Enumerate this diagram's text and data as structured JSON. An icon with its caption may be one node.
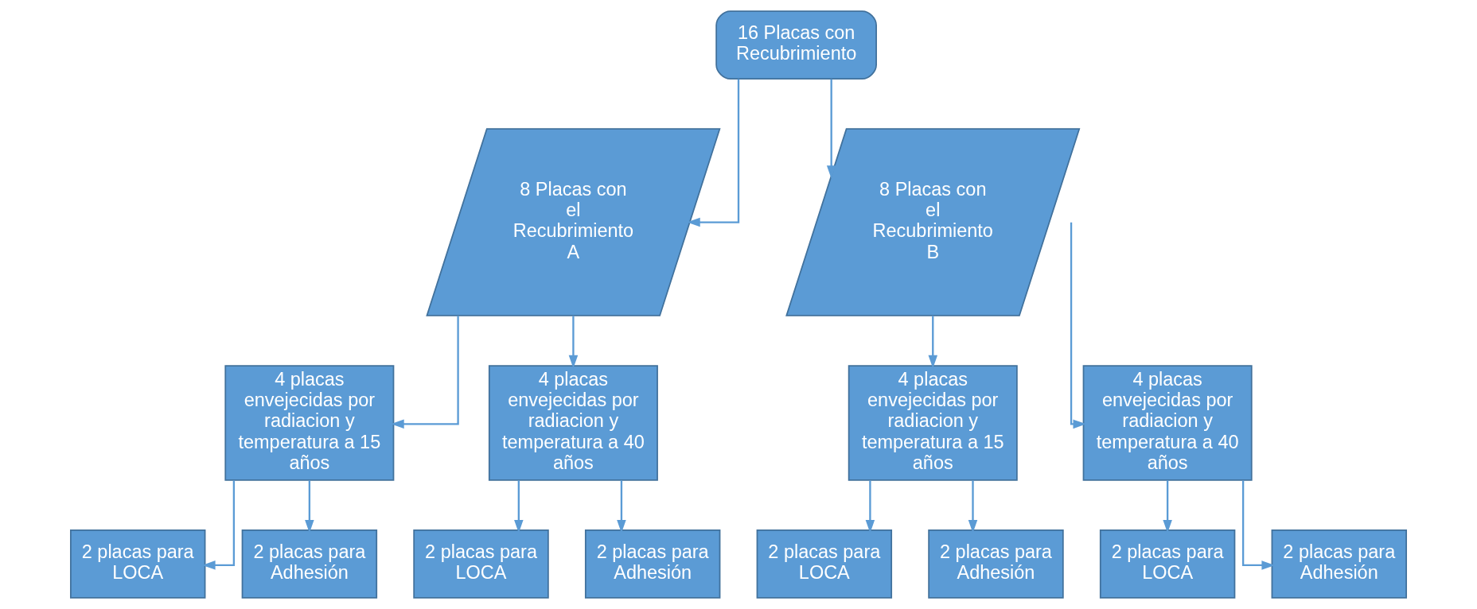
{
  "diagram": {
    "nodes": [
      {
        "text": [
          "16 Placas con Recubrimiento"
        ]
      },
      {
        "text": [
          "8 Placas con el Recubrimiento A"
        ]
      },
      {
        "text": [
          "8 Placas con el Recubrimiento B"
        ]
      },
      {
        "text": [
          "4 placas envejecidas por radiacion y temperatura a 15 años"
        ]
      },
      {
        "text": [
          "4 placas envejecidas por radiacion y temperatura a 40 años"
        ]
      },
      {
        "text": [
          "4 placas envejecidas por radiacion y temperatura a 15 años"
        ]
      },
      {
        "text": [
          "4 placas envejecidas por radiacion y temperatura a 40 años"
        ]
      },
      {
        "text": [
          "2 placas para LOCA"
        ]
      },
      {
        "text": [
          "2 placas para Adhesión"
        ]
      },
      {
        "text": [
          "2 placas para LOCA"
        ]
      },
      {
        "text": [
          "2 placas para Adhesión"
        ]
      },
      {
        "text": [
          "2 placas para LOCA"
        ]
      },
      {
        "text": [
          "2 placas para Adhesión"
        ]
      },
      {
        "text": [
          "2 placas para LOCA"
        ]
      },
      {
        "text": [
          "2 placas para Adhesión"
        ]
      }
    ],
    "edges": [
      {
        "from": 0,
        "to": 1,
        "arrow": "to"
      },
      {
        "from": 0,
        "to": 2,
        "arrow": "to"
      },
      {
        "from": 1,
        "to": 3,
        "arrow": "to"
      },
      {
        "from": 1,
        "to": 4,
        "arrow": "to"
      },
      {
        "from": 2,
        "to": 5,
        "arrow": "to"
      },
      {
        "from": 2,
        "to": 6,
        "arrow": "to"
      },
      {
        "from": 3,
        "to": 7,
        "arrow": "to"
      },
      {
        "from": 3,
        "to": 8,
        "arrow": "to"
      },
      {
        "from": 4,
        "to": 9,
        "arrow": "to"
      },
      {
        "from": 4,
        "to": 10,
        "arrow": "to"
      },
      {
        "from": 5,
        "to": 11,
        "arrow": "to"
      },
      {
        "from": 5,
        "to": 12,
        "arrow": "to"
      },
      {
        "from": 6,
        "to": 13,
        "arrow": "to"
      },
      {
        "from": 6,
        "to": 14,
        "arrow": "to"
      }
    ]
  }
}
